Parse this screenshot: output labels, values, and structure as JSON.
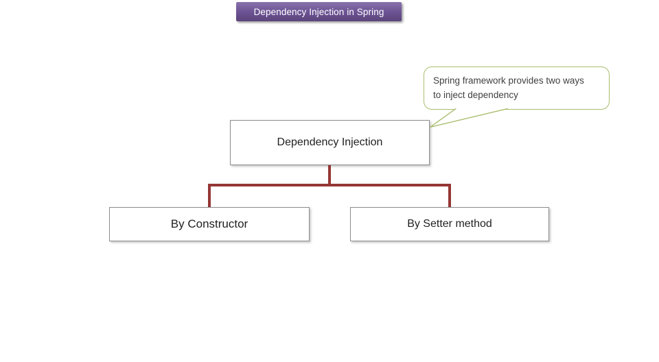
{
  "title_banner": {
    "label": "Dependency Injection in Spring"
  },
  "callout": {
    "lines": [
      "Spring framework provides two ways",
      "to inject dependency"
    ]
  },
  "tree": {
    "root": {
      "label": "Dependency Injection"
    },
    "children": [
      {
        "label": "By Constructor"
      },
      {
        "label": "By Setter method"
      }
    ]
  },
  "colors": {
    "banner_gradient_top": "#8872ac",
    "banner_gradient_bottom": "#5c447b",
    "banner_text": "#ffffff",
    "callout_border": "#a9bd6c",
    "callout_text": "#3f3f3f",
    "node_fill": "#ffffff",
    "node_border": "#8c8c8c",
    "node_text": "#1f1f1f",
    "connector": "#953735",
    "background": "#ffffff"
  }
}
